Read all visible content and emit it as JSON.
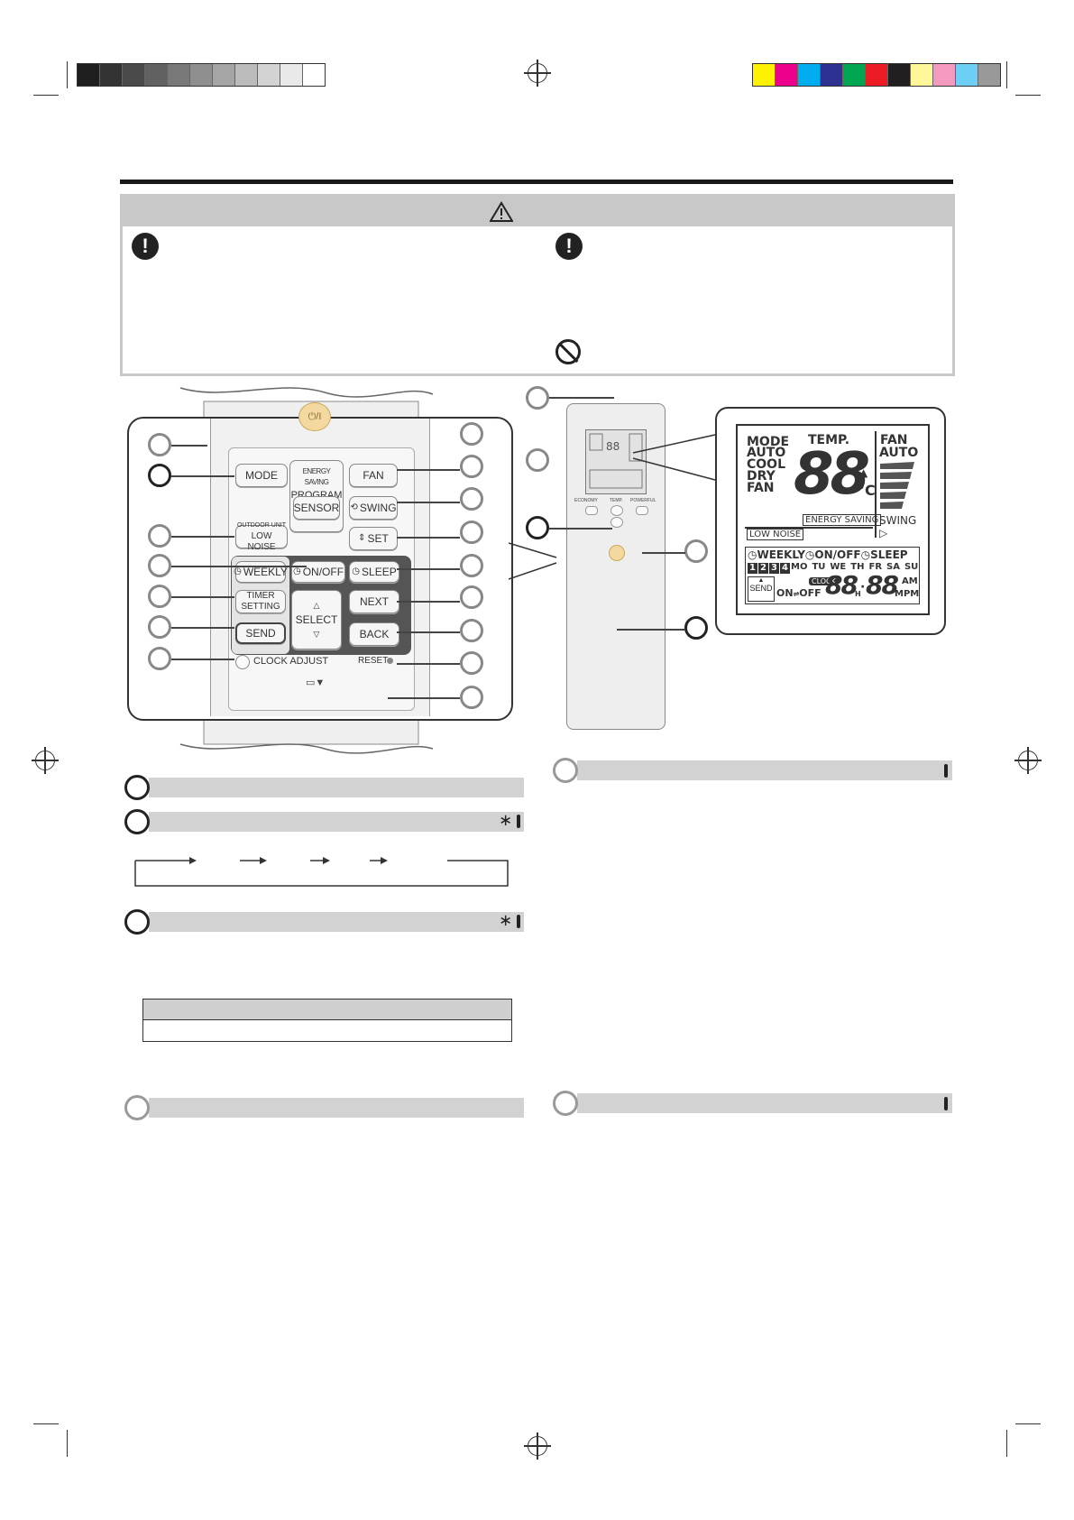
{
  "colors": {
    "grayscale": [
      "#1e1e1e",
      "#333333",
      "#4a4a4a",
      "#616161",
      "#787878",
      "#8f8f8f",
      "#a5a5a5",
      "#bcbcbc",
      "#d3d3d3",
      "#e9e9e9",
      "#ffffff"
    ],
    "process": [
      "#fff200",
      "#ec008c",
      "#00aeef",
      "#2e3192",
      "#00a651",
      "#ed1c24",
      "#231f20",
      "#fff799",
      "#f49ac1",
      "#6dcff6",
      "#999999"
    ]
  },
  "remote": {
    "top_button": "⏻/I",
    "buttons": {
      "mode": "MODE",
      "energy_saving_top": "ENERGY SAVING",
      "energy_saving_bottom": "PROGRAM",
      "fan": "FAN",
      "sensor": "SENSOR",
      "swing": "SWING",
      "outdoor_top": "OUTDOOR UNIT",
      "outdoor_bottom": "LOW NOISE",
      "set": "SET",
      "weekly": "WEEKLY",
      "onoff": "ON/OFF",
      "sleep": "SLEEP",
      "timer_top": "TIMER",
      "timer_bottom": "SETTING",
      "select": "SELECT",
      "next": "NEXT",
      "send": "SEND",
      "back": "BACK",
      "clock_adjust": "CLOCK ADJUST",
      "reset": "RESET"
    },
    "small_labels": {
      "economy": "ECONOMY",
      "temp": "TEMP.",
      "powerful": "POWERFUL"
    }
  },
  "lcd": {
    "mode_title": "MODE",
    "modes": [
      "AUTO",
      "COOL",
      "DRY",
      "FAN"
    ],
    "temp_title": "TEMP.",
    "temp_digits": "88",
    "unit": "°C",
    "fan_title": "FAN",
    "fan_auto": "AUTO",
    "energy_saving": "ENERGY SAVING",
    "low_noise": "LOW NOISE",
    "swing": "SWING",
    "weekly": "WEEKLY",
    "onoff": "ON/OFF",
    "sleep": "SLEEP",
    "programs": [
      "1",
      "2",
      "3",
      "4"
    ],
    "days": [
      "MO",
      "TU",
      "WE",
      "TH",
      "FR",
      "SA",
      "SU"
    ],
    "send": "SEND",
    "clock": "CLOCK",
    "on": "ON",
    "off": "OFF",
    "hour_digits": "88",
    "hour_unit": "H",
    "minute_digits": "88",
    "am": "AM",
    "pm": "PM",
    "m": "M"
  },
  "sections": {
    "asterisk": "∗"
  }
}
